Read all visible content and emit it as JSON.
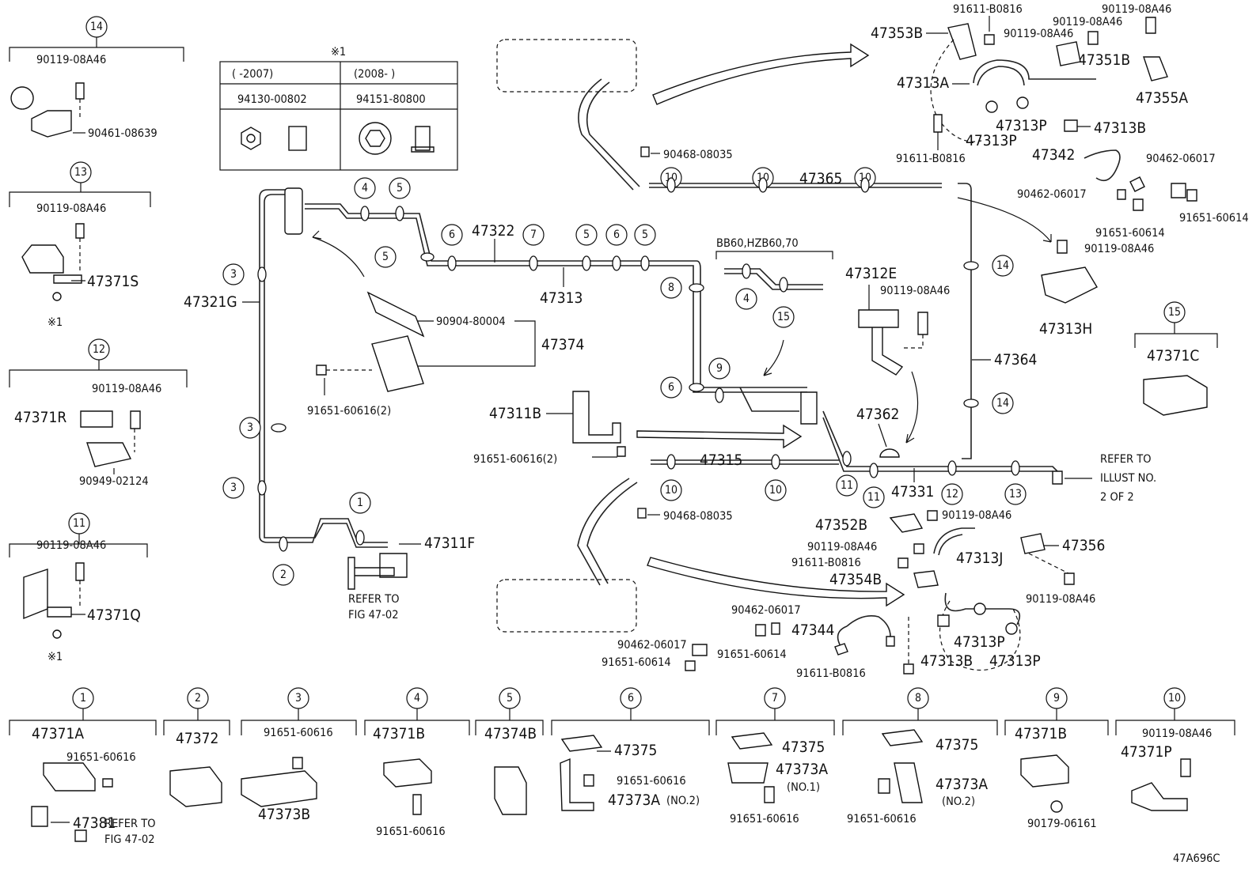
{
  "diagram_code": "47A696C",
  "legend_table": {
    "mark": "※1",
    "col1_header": "(      -2007)",
    "col2_header": "(2008-      )",
    "col1_part": "94130-00802",
    "col2_part": "94151-80800"
  },
  "left_groups": {
    "g14": {
      "num": "14",
      "bolt": "90119-08A46",
      "part": "90461-08639"
    },
    "g13": {
      "num": "13",
      "bolt": "90119-08A46",
      "part": "47371S",
      "mark": "※1"
    },
    "g12": {
      "num": "12",
      "bolt": "90119-08A46",
      "part": "47371R",
      "plate": "90949-02124"
    },
    "g11": {
      "num": "11",
      "bolt": "90119-08A46",
      "part": "47371Q",
      "mark": "※1"
    }
  },
  "bottom_groups": {
    "g1": {
      "num": "1",
      "p1": "47371A",
      "p2": "91651-60616",
      "p3": "47381",
      "ref1": "REFER TO",
      "ref2": "FIG 47-02"
    },
    "g2": {
      "num": "2",
      "p1": "47372"
    },
    "g3": {
      "num": "3",
      "p1": "91651-60616",
      "p2": "47373B"
    },
    "g4": {
      "num": "4",
      "p1": "47371B",
      "p2": "91651-60616"
    },
    "g5": {
      "num": "5",
      "p1": "47374B"
    },
    "g6": {
      "num": "6",
      "p1": "47375",
      "p2": "91651-60616",
      "p3": "47373A",
      "note": "(NO.2)"
    },
    "g7": {
      "num": "7",
      "p1": "47375",
      "p2": "47373A",
      "note": "(NO.1)",
      "p3": "91651-60616"
    },
    "g8": {
      "num": "8",
      "p1": "47375",
      "p2": "47373A",
      "note": "(NO.2)",
      "p3": "91651-60616"
    },
    "g9": {
      "num": "9",
      "p1": "47371B",
      "p2": "90179-06161"
    },
    "g10": {
      "num": "10",
      "p1": "90119-08A46",
      "p2": "47371P"
    },
    "g15": {
      "num": "15",
      "p1": "47371C"
    }
  },
  "main": {
    "p47321G": "47321G",
    "p47322": "47322",
    "p47313": "47313",
    "p90904": "90904-80004",
    "p47374": "47374",
    "p91651_2a": "91651-60616(2)",
    "p47311B": "47311B",
    "p91651_2b": "91651-60616(2)",
    "p47311F": "47311F",
    "ref_fig1": "REFER TO",
    "ref_fig2": "FIG 47-02",
    "p90468a": "90468-08035",
    "p90468b": "90468-08035",
    "p47365": "47365",
    "p47315": "47315",
    "p47364": "47364",
    "variant": "BB60,HZB60,70",
    "p47312E": "47312E",
    "p90119_e": "90119-08A46",
    "p47362": "47362",
    "p47331": "47331",
    "ref_il1": "REFER TO",
    "ref_il2": "ILLUST NO.",
    "ref_il3": "2 OF 2"
  },
  "top_right": {
    "p47353B": "47353B",
    "p91611a": "91611-B0816",
    "p90119a": "90119-08A46",
    "p90119b": "90119-08A46",
    "p47351B": "47351B",
    "p47313A": "47313A",
    "p47355A": "47355A",
    "p47313P_a": "47313P",
    "p47313B_a": "47313B",
    "p47313P_b": "47313P",
    "p91611b": "91611-B0816",
    "p47342": "47342",
    "p90462a": "90462-06017",
    "p90462b": "90462-06017",
    "p91651a": "91651-60614",
    "p91651b": "91651-60614",
    "p90119c": "90119-08A46",
    "p47313H": "47313H"
  },
  "bottom_right": {
    "p47352B": "47352B",
    "p90119d": "90119-08A46",
    "p47356": "47356",
    "p90119e": "90119-08A46",
    "p47313J": "47313J",
    "p91611c": "91611-B0816",
    "p47354B": "47354B",
    "p90119f": "90119-08A46",
    "p90462c": "90462-06017",
    "p47344": "47344",
    "p90462d": "90462-06017",
    "p91651c": "91651-60614",
    "p91651d": "91651-60614",
    "p47313P_c": "47313P",
    "p47313B_b": "47313B",
    "p47313P_d": "47313P",
    "p91611d": "91611-B0816"
  }
}
